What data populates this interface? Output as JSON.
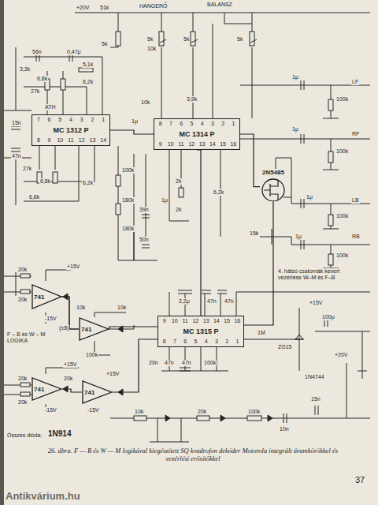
{
  "diagram": {
    "caption": "26. ábra. F — B és W — M logikával kiegészített SQ kvadrofon dekóder Motorola integrált áramkörökkel és vezérlési erősítőkkel",
    "nodes": [
      {
        "text": [
          "MC 1312 P"
        ]
      },
      {
        "text": [
          "MC 1314 P"
        ]
      },
      {
        "text": [
          "MC 1315 P"
        ]
      },
      {
        "text": [
          "2N5485"
        ]
      },
      {
        "text": [
          "741"
        ]
      },
      {
        "text": [
          "741"
        ]
      },
      {
        "text": [
          "741"
        ]
      },
      {
        "text": [
          "741"
        ]
      }
    ],
    "edges": [
      {
        "from": 0,
        "to": 1,
        "arrow": "none"
      },
      {
        "from": 1,
        "to": 2,
        "arrow": "none"
      },
      {
        "from": 4,
        "to": 5,
        "arrow": "none"
      },
      {
        "from": 6,
        "to": 7,
        "arrow": "none"
      },
      {
        "from": 5,
        "to": 2,
        "arrow": "none"
      },
      {
        "from": 7,
        "to": 2,
        "arrow": "none"
      },
      {
        "from": 2,
        "to": 3,
        "arrow": "none"
      },
      {
        "from": 1,
        "to": 3,
        "arrow": "none"
      }
    ],
    "labels": [
      "7",
      "6",
      "5",
      "4",
      "3",
      "2",
      "1",
      "8",
      "9",
      "10",
      "11",
      "12",
      "13",
      "14",
      "8",
      "7",
      "6",
      "5",
      "4",
      "3",
      "2",
      "1",
      "9",
      "10",
      "11",
      "12",
      "13",
      "14",
      "15",
      "16",
      "9",
      "10",
      "11",
      "12",
      "13",
      "14",
      "15",
      "16",
      "8",
      "7",
      "6",
      "5",
      "4",
      "3",
      "2",
      "1",
      "+20V",
      "51k",
      "HANGERŐ",
      "BALANSZ",
      "5k",
      "5k",
      "10k",
      "5k",
      "5k",
      "56n",
      "0,47μ",
      "3,3k",
      "6,8k",
      "5,1k",
      "27k",
      "6,2k",
      "ATH",
      "15n",
      "47n",
      "27k",
      "6,8k",
      "6,2k",
      "6,8k",
      "10k",
      "3,9k",
      "1μ",
      "100k",
      "180k",
      "39n",
      "180k",
      "50n",
      "2k",
      "1μ",
      "2k",
      "6,2k",
      "1μ",
      "LF",
      "100k",
      "1μ",
      "RF",
      "100k",
      "1μ",
      "LB",
      "100k",
      "15k",
      "1μ",
      "RB",
      "100k",
      "4. hátsó csatornák kevert vezérlése W–M és F–B",
      "+15V",
      "ZG15",
      "100μ",
      "+20V",
      "1N4744",
      "2,2μ",
      "47n",
      "47n",
      "1M",
      "20n",
      "47n",
      "47n",
      "100k",
      "20k",
      "+15V",
      "20k",
      "-15V",
      "F – B és W – M LOGIKA",
      "10k",
      "10k",
      "(±8)",
      "100k",
      "20k",
      "+15V",
      "20k",
      "-15V",
      "20k",
      "+15V",
      "-15V",
      "10k",
      "20k",
      "100k",
      "10n",
      "15n",
      "Összes dióda:",
      "1N914",
      "37",
      "Antikvárium.hu"
    ]
  }
}
